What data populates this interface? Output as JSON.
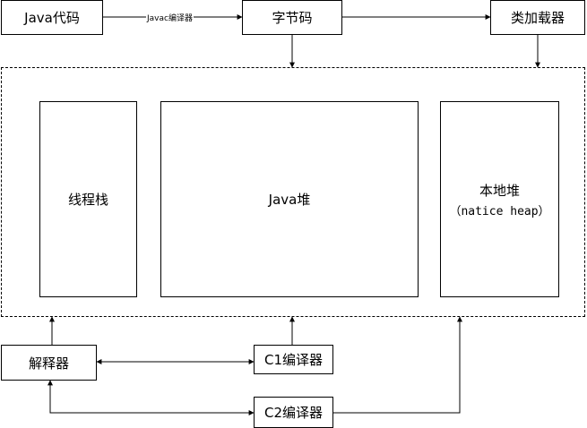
{
  "nodes": {
    "java_code": "Java代码",
    "bytecode": "字节码",
    "class_loader": "类加载器",
    "thread_stack": "线程栈",
    "java_heap": "Java堆",
    "native_heap": "本地堆",
    "native_heap_sub": "（natice heap）",
    "interpreter": "解释器",
    "c1_compiler": "C1编译器",
    "c2_compiler": "C2编译器"
  },
  "edges": {
    "javac_label": "Javac编译器"
  }
}
